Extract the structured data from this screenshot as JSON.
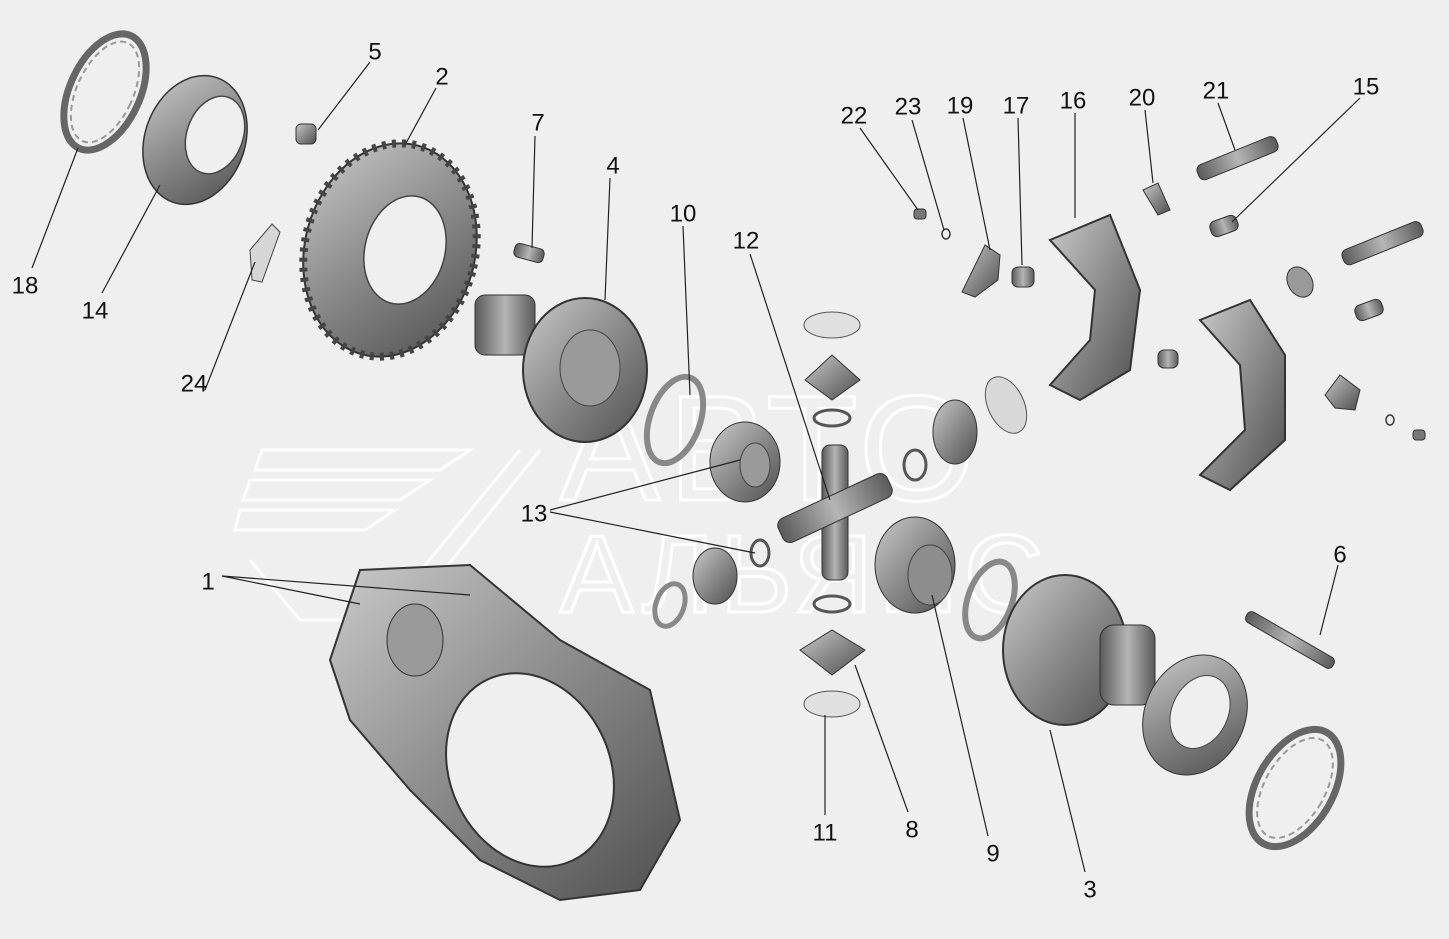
{
  "diagram": {
    "watermark": {
      "line1": "АВТО",
      "line2": "АЛЬЯНС"
    },
    "callouts": [
      {
        "id": "1",
        "label": "1"
      },
      {
        "id": "2",
        "label": "2"
      },
      {
        "id": "3",
        "label": "3"
      },
      {
        "id": "4",
        "label": "4"
      },
      {
        "id": "5",
        "label": "5"
      },
      {
        "id": "6",
        "label": "6"
      },
      {
        "id": "7",
        "label": "7"
      },
      {
        "id": "8",
        "label": "8"
      },
      {
        "id": "9",
        "label": "9"
      },
      {
        "id": "10",
        "label": "10"
      },
      {
        "id": "11",
        "label": "11"
      },
      {
        "id": "12",
        "label": "12"
      },
      {
        "id": "13",
        "label": "13"
      },
      {
        "id": "14",
        "label": "14"
      },
      {
        "id": "15",
        "label": "15"
      },
      {
        "id": "16",
        "label": "16"
      },
      {
        "id": "17",
        "label": "17"
      },
      {
        "id": "18",
        "label": "18"
      },
      {
        "id": "19",
        "label": "19"
      },
      {
        "id": "20",
        "label": "20"
      },
      {
        "id": "21",
        "label": "21"
      },
      {
        "id": "22",
        "label": "22"
      },
      {
        "id": "23",
        "label": "23"
      },
      {
        "id": "24",
        "label": "24"
      }
    ],
    "colors": {
      "background": "#efefef",
      "part": "#7a7a7a",
      "part_dark": "#4a4a4a",
      "part_light": "#b8b8b8",
      "leader": "#222222",
      "watermark": "#ffffff"
    }
  }
}
